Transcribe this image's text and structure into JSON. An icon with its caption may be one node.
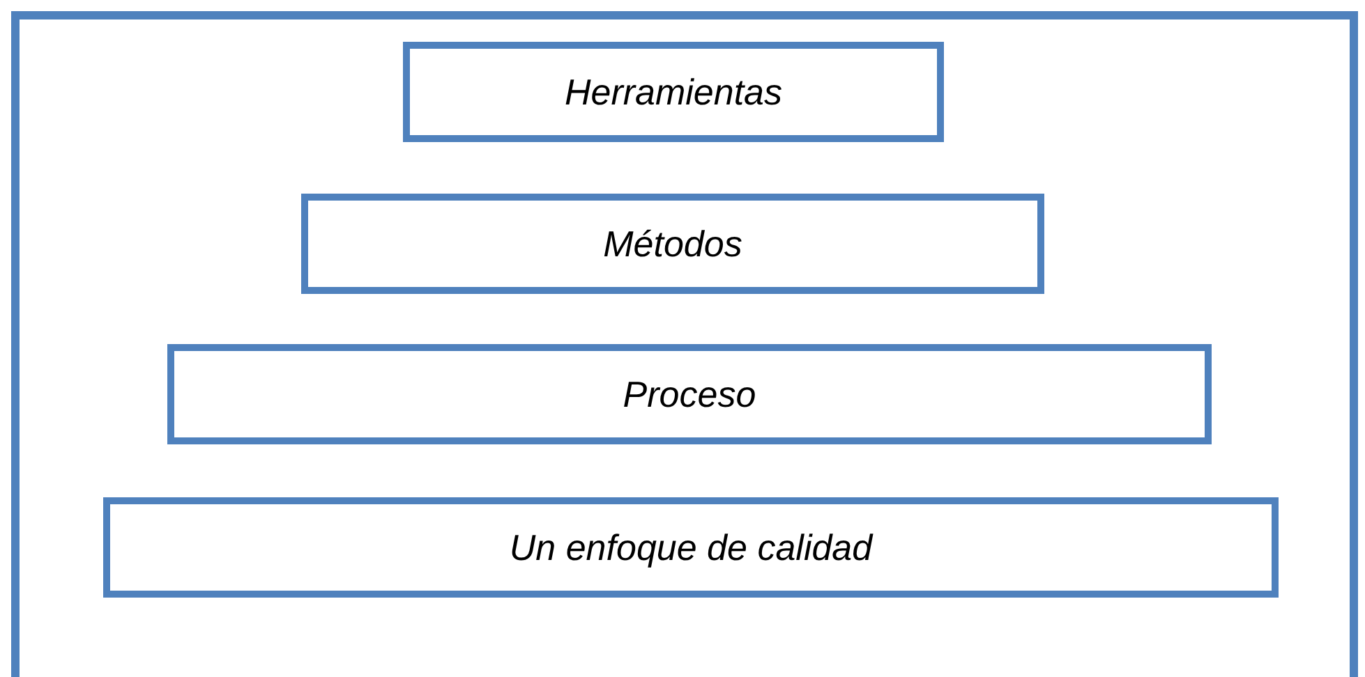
{
  "diagram": {
    "nodes": [
      {
        "text": [],
        "shape": "box"
      },
      {
        "text": [
          "Herramientas"
        ],
        "in": 0
      },
      {
        "text": [
          "Métodos"
        ],
        "in": 0
      },
      {
        "text": [
          "Proceso"
        ],
        "in": 0
      },
      {
        "text": [
          "Un enfoque de calidad"
        ],
        "in": 0
      }
    ]
  }
}
